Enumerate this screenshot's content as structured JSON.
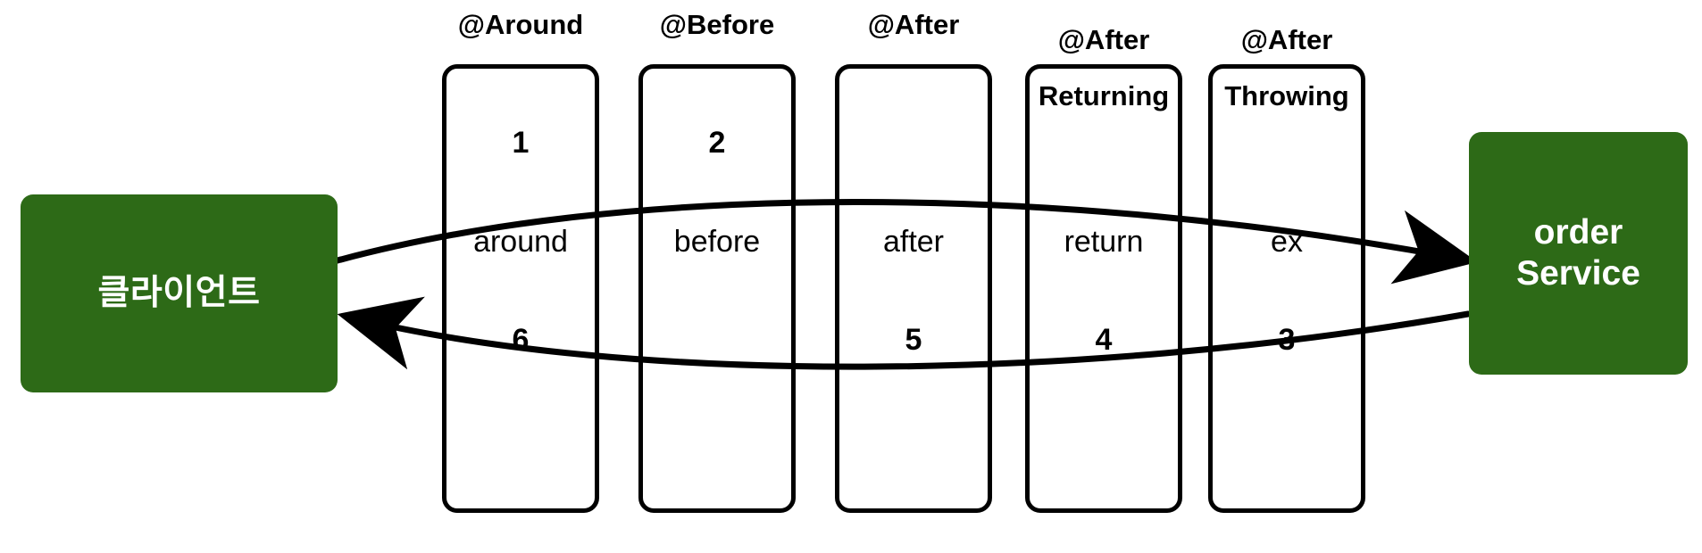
{
  "diagram": {
    "title_visible": false,
    "colors": {
      "node_fill": "#2d6a17",
      "node_text": "#ffffff",
      "box_stroke": "#000000",
      "arrow": "#000000",
      "background": "#ffffff"
    },
    "nodes": [
      {
        "id": "client",
        "label": "클라이언트"
      },
      {
        "id": "order-service",
        "label": "order\nService"
      }
    ],
    "advice_columns": [
      {
        "annotation": "@Around",
        "annotation_lines": [
          "@Around"
        ],
        "name": "around",
        "number_top": "1",
        "number_bottom": "6"
      },
      {
        "annotation": "@Before",
        "annotation_lines": [
          "@Before"
        ],
        "name": "before",
        "number_top": "2",
        "number_bottom": ""
      },
      {
        "annotation": "@After",
        "annotation_lines": [
          "@After"
        ],
        "name": "after",
        "number_top": "",
        "number_bottom": "5"
      },
      {
        "annotation": "@After Returning",
        "annotation_lines": [
          "@After",
          "Returning"
        ],
        "name": "return",
        "number_top": "",
        "number_bottom": "4"
      },
      {
        "annotation": "@After Throwing",
        "annotation_lines": [
          "@After",
          "Throwing"
        ],
        "name": "ex",
        "number_top": "",
        "number_bottom": "3"
      }
    ],
    "flow": {
      "request_sequence": [
        "1",
        "2",
        "3"
      ],
      "response_sequence": [
        "3",
        "4",
        "5",
        "6"
      ],
      "request_direction": "client -> orderService",
      "response_direction": "orderService -> client"
    }
  },
  "labels": {
    "col1_header": "@Around",
    "col2_header": "@Before",
    "col3_header": "@After",
    "col4_header_line1": "@After",
    "col4_header_line2": "Returning",
    "col5_header_line1": "@After",
    "col5_header_line2": "Throwing",
    "col1_name": "around",
    "col2_name": "before",
    "col3_name": "after",
    "col4_name": "return",
    "col5_name": "ex",
    "col1_top": "1",
    "col2_top": "2",
    "col3_top": "",
    "col4_top": "",
    "col5_top": "",
    "col1_bottom": "6",
    "col2_bottom": "",
    "col3_bottom": "5",
    "col4_bottom": "4",
    "col5_bottom": "3",
    "client": "클라이언트",
    "service_line1": "order",
    "service_line2": "Service"
  }
}
